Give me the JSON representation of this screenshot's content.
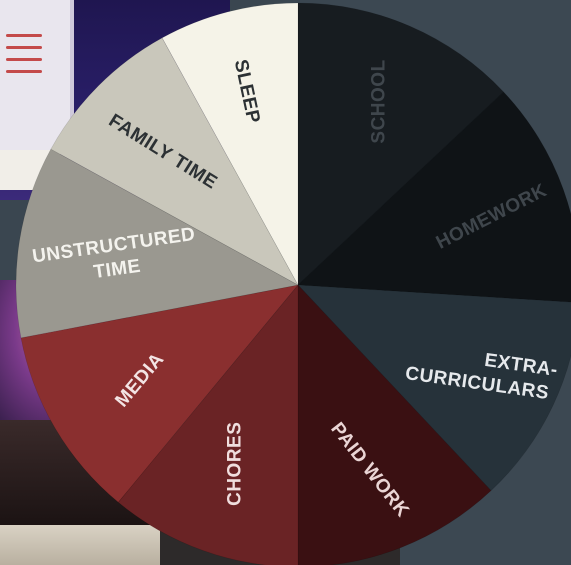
{
  "chart_data": {
    "type": "pie",
    "title": "",
    "start_angle_deg": 0,
    "direction": "clockwise",
    "slices": [
      {
        "label": [
          "SCHOOL"
        ],
        "value": 13,
        "color": "#171c20",
        "text_color": "#3f464c",
        "text_rotate": -90
      },
      {
        "label": [
          "HOMEWORK"
        ],
        "value": 13,
        "color": "#0f1316",
        "text_color": "#3f464c",
        "text_rotate": -27
      },
      {
        "label": [
          "EXTRA-",
          "CURRICULARS"
        ],
        "value": 12,
        "color": "#26323a",
        "text_color": "#e6e9ec",
        "text_rotate": 8,
        "text_anchor": "end"
      },
      {
        "label": [
          "PAID WORK"
        ],
        "value": 12,
        "color": "#3a1012",
        "text_color": "#ead5d5",
        "text_rotate": 52
      },
      {
        "label": [
          "CHORES"
        ],
        "value": 11,
        "color": "#6a2325",
        "text_color": "#f0dede",
        "text_rotate": -90
      },
      {
        "label": [
          "MEDIA"
        ],
        "value": 11,
        "color": "#8a2f2f",
        "text_color": "#f3e4e4",
        "text_rotate": -50
      },
      {
        "label": [
          "UNSTRUCTURED",
          "TIME"
        ],
        "value": 11,
        "color": "#9a9890",
        "text_color": "#f4f3ee",
        "text_rotate": -8
      },
      {
        "label": [
          "FAMILY TIME"
        ],
        "value": 9,
        "color": "#c9c7bb",
        "text_color": "#2c3134",
        "text_rotate": 32
      },
      {
        "label": [
          "SLEEP"
        ],
        "value": 8,
        "color": "#f5f3e8",
        "text_color": "#2c3134",
        "text_rotate": 78
      }
    ]
  }
}
